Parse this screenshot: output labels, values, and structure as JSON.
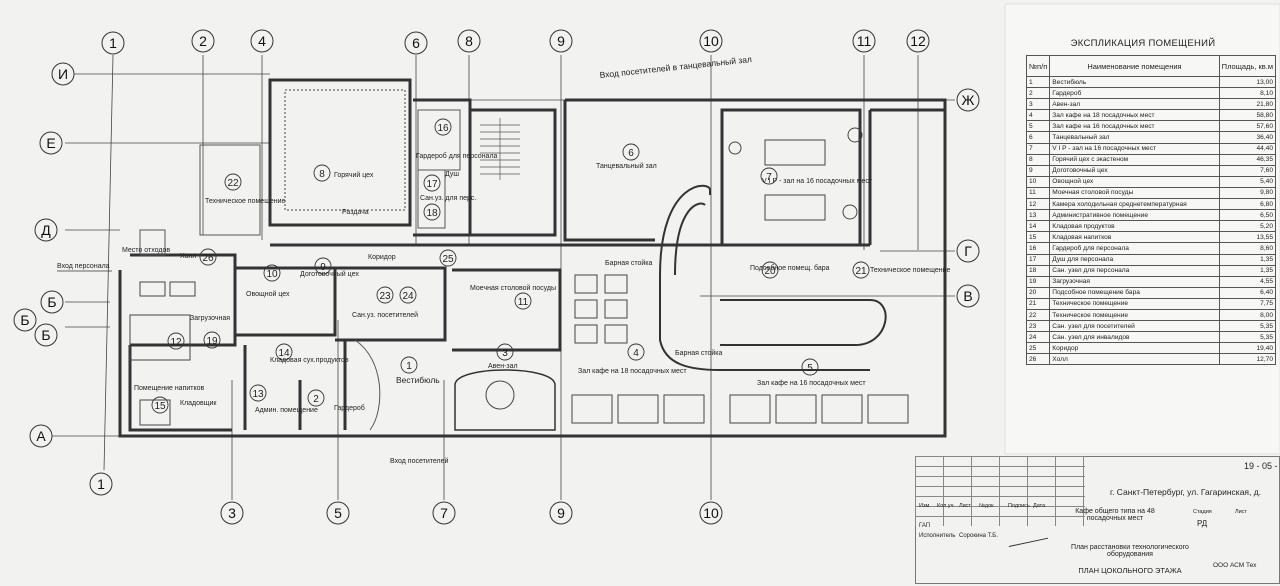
{
  "axes": {
    "numbers": [
      "1",
      "2",
      "4",
      "6",
      "8",
      "9",
      "10",
      "11",
      "12",
      "3",
      "5",
      "7"
    ],
    "letters": [
      "И",
      "Е",
      "Д",
      "Б",
      "Б",
      "А",
      "Ж",
      "Г",
      "В"
    ]
  },
  "annotations": {
    "entrance_staff": "Вход персонала",
    "entrance_visitors": "Вход посетителей",
    "entrance_dance": "Вход посетителей в танцевальный зал",
    "corridor": "Коридор",
    "loading_dock": "Загрузочная",
    "trash_bins": "Место отходов",
    "hall": "Холл",
    "issue": "Раздача",
    "bar_counter": "Барная стойка",
    "bar_counter_2": "Барная стойка",
    "vestibule": "Вестибюль",
    "cloak": "Гардероб",
    "aven": "Авен-зал",
    "dance": "Танцевальный зал",
    "vip": "V I P - зал на 16 посадочных мест",
    "hall18": "Зал кафе на 18 посадочных мест",
    "hall16": "Зал кафе на 16 посадочных мест",
    "hot_shop": "Горячий цех",
    "tech_room": "Техническое помещение",
    "tech_room_2": "Техническое помещение",
    "podsob": "Подсобное помещ. бара",
    "veg_shop": "Овощной цех",
    "pastry_shop": "Доготовочный цех",
    "wash": "Моечная столовой посуды",
    "wc_visitors": "Сан.уз. посетителей",
    "shower": "Душ",
    "wc_staff": "Сан.уз. для перс.",
    "cloak_staff": "Гардероб для персонала",
    "pantry": "Кладовая сух.продуктов",
    "admin": "Админ. помещение",
    "drinks": "Помещение напитков",
    "storage": "Кладовщик"
  },
  "legend": {
    "title": "ЭКСПЛИКАЦИЯ ПОМЕЩЕНИЙ",
    "headers": [
      "№п/п",
      "Наименование помещения",
      "Площадь, кв.м"
    ],
    "rows": [
      [
        "1",
        "Вестибюль",
        "13,00"
      ],
      [
        "2",
        "Гардероб",
        "8,10"
      ],
      [
        "3",
        "Авен-зал",
        "21,80"
      ],
      [
        "4",
        "Зал кафе на 18 посадочных мест",
        "58,80"
      ],
      [
        "5",
        "Зал кафе на 16 посадочных мест",
        "57,60"
      ],
      [
        "6",
        "Танцевальный зал",
        "36,40"
      ],
      [
        "7",
        "V I P - зал на 16 посадочных мест",
        "44,40"
      ],
      [
        "8",
        "Горячий цех с экастеном",
        "46,35"
      ],
      [
        "9",
        "Доготовочный цех",
        "7,60"
      ],
      [
        "10",
        "Овощной цех",
        "5,40"
      ],
      [
        "11",
        "Моечная столовой посуды",
        "9,80"
      ],
      [
        "12",
        "Камера холодильная среднетемпературная",
        "6,80"
      ],
      [
        "13",
        "Административное помещение",
        "6,50"
      ],
      [
        "14",
        "Кладовая продуктов",
        "5,20"
      ],
      [
        "15",
        "Кладовая напитков",
        "13,55"
      ],
      [
        "16",
        "Гардероб для персонала",
        "8,60"
      ],
      [
        "17",
        "Душ для персонала",
        "1,35"
      ],
      [
        "18",
        "Сан. узел для персонала",
        "1,35"
      ],
      [
        "19",
        "Загрузочная",
        "4,55"
      ],
      [
        "20",
        "Подсобное помещение бара",
        "6,40"
      ],
      [
        "21",
        "Техническое помещение",
        "7,75"
      ],
      [
        "22",
        "Техническое помещение",
        "8,00"
      ],
      [
        "23",
        "Сан. узел для посетителей",
        "5,35"
      ],
      [
        "24",
        "Сан. узел для инвалидов",
        "5,35"
      ],
      [
        "25",
        "Коридор",
        "19,40"
      ],
      [
        "26",
        "Холл",
        "12,70"
      ]
    ]
  },
  "stamp": {
    "code": "19 - 05 -",
    "address": "г. Санкт-Петербург, ул. Гагаринская, д.",
    "object": "Кафе общего типа на 48 посадочных мест",
    "sheet_title": "План расстановки технологического оборудования",
    "floor": "ПЛАН ЦОКОЛЬНОГО ЭТАЖА",
    "stage_label": "Стадия",
    "sheet_label": "Лист",
    "stage": "РД",
    "org": "ООО АСМ Тех",
    "cols": [
      "Изм.",
      "Кол.уч",
      "Лист",
      "№док",
      "Подпись",
      "Дата"
    ],
    "gap": "ГАП",
    "performer_role": "Исполнитель",
    "performer": "Сорокина Т.Б."
  }
}
